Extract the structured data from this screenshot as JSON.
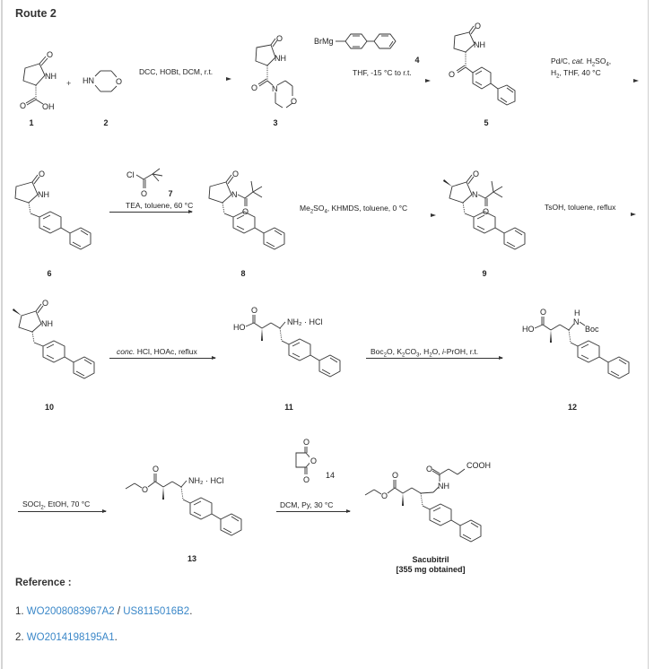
{
  "title": "Route 2",
  "colors": {
    "link": "#3a87c8",
    "text": "#333333",
    "border": "#d4d4d4"
  },
  "compounds": {
    "c1": {
      "label": "1",
      "atoms": [
        "O",
        "NH",
        "O",
        "OH"
      ]
    },
    "c2": {
      "label": "2",
      "atoms": [
        "HN",
        "O"
      ]
    },
    "c3": {
      "label": "3",
      "atoms": [
        "O",
        "NH",
        "O",
        "N",
        "O"
      ]
    },
    "c4": {
      "label": "4",
      "atoms": [
        "BrMg"
      ]
    },
    "c5": {
      "label": "5",
      "atoms": [
        "O",
        "NH",
        "O"
      ]
    },
    "c6": {
      "label": "6",
      "atoms": [
        "O",
        "NH"
      ]
    },
    "c7": {
      "label": "7",
      "atoms": [
        "Cl",
        "O"
      ]
    },
    "c8": {
      "label": "8",
      "atoms": [
        "O",
        "N",
        "O"
      ]
    },
    "c9": {
      "label": "9",
      "atoms": [
        "O",
        "N",
        "O"
      ]
    },
    "c10": {
      "label": "10",
      "atoms": [
        "O",
        "NH"
      ]
    },
    "c11": {
      "label": "11",
      "atoms": [
        "O",
        "HO",
        "NH2 · HCl"
      ]
    },
    "c12": {
      "label": "12",
      "atoms": [
        "O",
        "HO",
        "H",
        "N",
        "Boc"
      ]
    },
    "c13": {
      "label": "13",
      "atoms": [
        "O",
        "O",
        "NH2 · HCl"
      ]
    },
    "c14": {
      "label": "14",
      "atoms": [
        "O",
        "O",
        "O"
      ]
    },
    "sacubitril": {
      "name": "Sacubitril",
      "note": "[355 mg obtained]",
      "atoms": [
        "O",
        "COOH",
        "NH",
        "O",
        "O"
      ]
    }
  },
  "plus_sign": "+",
  "reagents": {
    "step1": "DCC, HOBt, DCM, r.t.",
    "step2": "THF, -15 °C to r.t.",
    "step3_line1": "Pd/C, cat. H2SO4,",
    "step3_line2": "H2, THF, 40 °C",
    "step4": "TEA, toluene, 60 °C",
    "step5": "Me2SO4, KHMDS, toluene, 0 °C",
    "step6": "TsOH, toluene, reflux",
    "step7": "conc. HCl, HOAc, reflux",
    "step8": "Boc2O, K2CO3, H2O, i-PrOH, r.t.",
    "step9": "SOCl2, EtOH, 70 °C",
    "step10": "DCM, Py, 30 °C"
  },
  "references": {
    "heading": "Reference :",
    "items": [
      {
        "num": "1.",
        "links": [
          "WO2008083967A2",
          "US8115016B2"
        ],
        "separator": " / ",
        "end": "."
      },
      {
        "num": "2.",
        "links": [
          "WO2014198195A1"
        ],
        "separator": "",
        "end": "."
      }
    ]
  }
}
